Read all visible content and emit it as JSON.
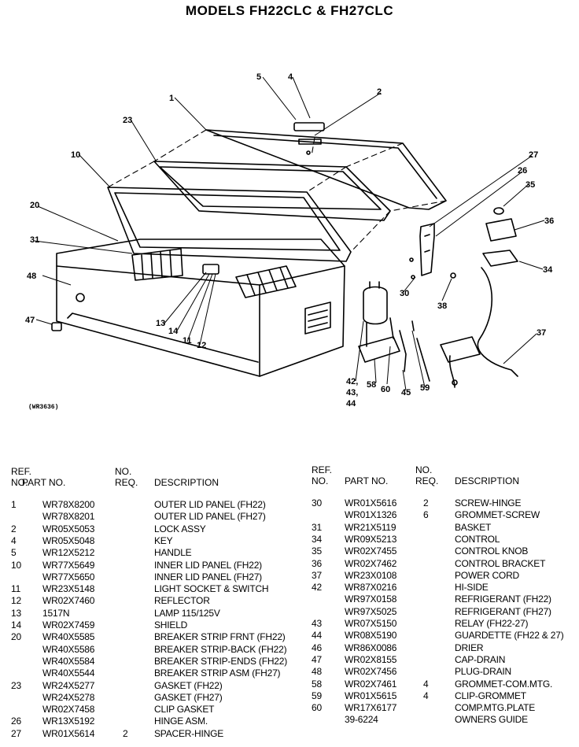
{
  "title": "MODELS FH22CLC & FH27CLC",
  "diagram_tag": "(WR3636)",
  "callouts": [
    "1",
    "2",
    "4",
    "5",
    "10",
    "11",
    "12",
    "13",
    "14",
    "20",
    "23",
    "26",
    "27",
    "30",
    "31",
    "34",
    "35",
    "36",
    "37",
    "38",
    "42,",
    "43,",
    "44",
    "45",
    "47",
    "48",
    "58",
    "59",
    "60"
  ],
  "headers": {
    "ref": "REF.",
    "no": "NO.",
    "part": "PART NO.",
    "no2": "NO.",
    "req": "REQ.",
    "desc": "DESCRIPTION"
  },
  "left_rows": [
    {
      "ref": "1",
      "part": "WR78X8200",
      "req": "",
      "desc": "OUTER LID PANEL (FH22)"
    },
    {
      "ref": "",
      "part": "WR78X8201",
      "req": "",
      "desc": "OUTER LID PANEL (FH27)"
    },
    {
      "ref": "2",
      "part": "WR05X5053",
      "req": "",
      "desc": "LOCK ASSY"
    },
    {
      "ref": "4",
      "part": "WR05X5048",
      "req": "",
      "desc": "KEY"
    },
    {
      "ref": "5",
      "part": "WR12X5212",
      "req": "",
      "desc": "HANDLE"
    },
    {
      "ref": "10",
      "part": "WR77X5649",
      "req": "",
      "desc": "INNER LID PANEL (FH22)"
    },
    {
      "ref": "",
      "part": "WR77X5650",
      "req": "",
      "desc": "INNER LID PANEL (FH27)"
    },
    {
      "ref": "11",
      "part": "WR23X5148",
      "req": "",
      "desc": "LIGHT SOCKET & SWITCH"
    },
    {
      "ref": "12",
      "part": "WR02X7460",
      "req": "",
      "desc": "REFLECTOR"
    },
    {
      "ref": "13",
      "part": "1517N",
      "req": "",
      "desc": "LAMP 115/125V"
    },
    {
      "ref": "14",
      "part": "WR02X7459",
      "req": "",
      "desc": "SHIELD"
    },
    {
      "ref": "20",
      "part": "WR40X5585",
      "req": "",
      "desc": "BREAKER STRIP FRNT (FH22)"
    },
    {
      "ref": "",
      "part": "WR40X5586",
      "req": "",
      "desc": "BREAKER STRIP-BACK (FH22)"
    },
    {
      "ref": "",
      "part": "WR40X5584",
      "req": "",
      "desc": "BREAKER STRIP-ENDS (FH22)"
    },
    {
      "ref": "",
      "part": "WR40X5544",
      "req": "",
      "desc": "BREAKER STRIP ASM (FH27)"
    },
    {
      "ref": "23",
      "part": "WR24X5277",
      "req": "",
      "desc": "GASKET (FH22)"
    },
    {
      "ref": "",
      "part": "WR24X5278",
      "req": "",
      "desc": "GASKET (FH27)"
    },
    {
      "ref": "",
      "part": "WR02X7458",
      "req": "",
      "desc": "CLIP GASKET"
    },
    {
      "ref": "26",
      "part": "WR13X5192",
      "req": "",
      "desc": "HINGE ASM."
    },
    {
      "ref": "27",
      "part": "WR01X5614",
      "req": "2",
      "desc": "SPACER-HINGE"
    }
  ],
  "right_rows": [
    {
      "ref": "30",
      "part": "WR01X5616",
      "req": "2",
      "desc": "SCREW-HINGE"
    },
    {
      "ref": "",
      "part": "WR01X1326",
      "req": "6",
      "desc": "GROMMET-SCREW"
    },
    {
      "ref": "31",
      "part": "WR21X5119",
      "req": "",
      "desc": "BASKET"
    },
    {
      "ref": "34",
      "part": "WR09X5213",
      "req": "",
      "desc": "CONTROL"
    },
    {
      "ref": "35",
      "part": "WR02X7455",
      "req": "",
      "desc": "CONTROL KNOB"
    },
    {
      "ref": "36",
      "part": "WR02X7462",
      "req": "",
      "desc": "CONTROL BRACKET"
    },
    {
      "ref": "37",
      "part": "WR23X0108",
      "req": "",
      "desc": "POWER CORD"
    },
    {
      "ref": "42",
      "part": "WR87X0216",
      "req": "",
      "desc": "HI-SIDE"
    },
    {
      "ref": "",
      "part": "WR97X0158",
      "req": "",
      "desc": "REFRIGERANT (FH22)"
    },
    {
      "ref": "",
      "part": "WR97X5025",
      "req": "",
      "desc": "REFRIGERANT (FH27)"
    },
    {
      "ref": "43",
      "part": "WR07X5150",
      "req": "",
      "desc": "RELAY (FH22-27)"
    },
    {
      "ref": "44",
      "part": "WR08X5190",
      "req": "",
      "desc": "GUARDETTE (FH22 & 27)"
    },
    {
      "ref": "46",
      "part": "WR86X0086",
      "req": "",
      "desc": "DRIER"
    },
    {
      "ref": "47",
      "part": "WR02X8155",
      "req": "",
      "desc": "CAP-DRAIN"
    },
    {
      "ref": "48",
      "part": "WR02X7456",
      "req": "",
      "desc": "PLUG-DRAIN"
    },
    {
      "ref": "58",
      "part": "WR02X7461",
      "req": "4",
      "desc": "GROMMET-COM.MTG."
    },
    {
      "ref": "59",
      "part": "WR01X5615",
      "req": "4",
      "desc": "CLIP-GROMMET"
    },
    {
      "ref": "60",
      "part": "WR17X6177",
      "req": "",
      "desc": "COMP.MTG.PLATE"
    },
    {
      "ref": "",
      "part": "39-6224",
      "req": "",
      "desc": "OWNERS GUIDE"
    }
  ]
}
